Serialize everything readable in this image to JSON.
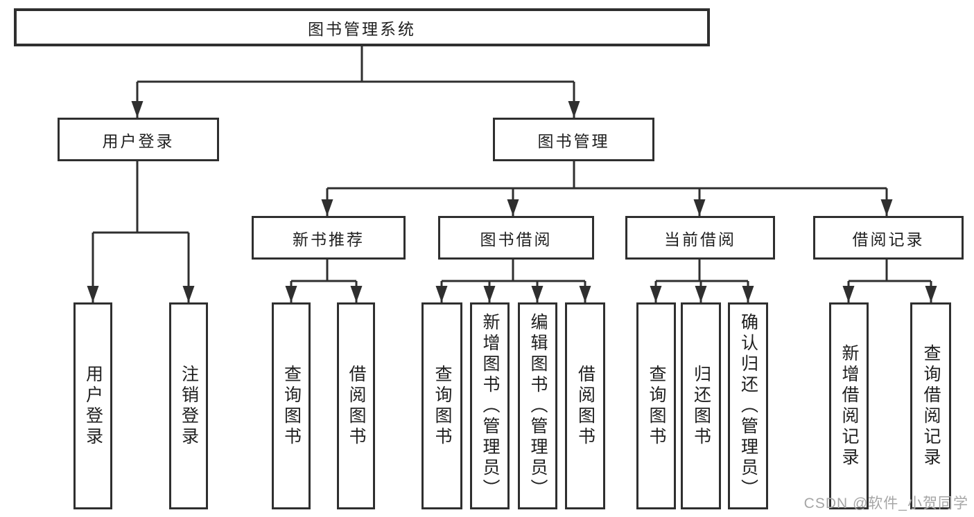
{
  "diagram": {
    "root": "图书管理系统",
    "level2": [
      {
        "label": "用户登录"
      },
      {
        "label": "图书管理"
      }
    ],
    "level3": [
      {
        "label": "新书推荐"
      },
      {
        "label": "图书借阅"
      },
      {
        "label": "当前借阅"
      },
      {
        "label": "借阅记录"
      }
    ],
    "leaves": {
      "user_login": [
        "用户登录",
        "注销登录"
      ],
      "new_book_rec": [
        "查询图书",
        "借阅图书"
      ],
      "book_borrow": [
        "查询图书",
        "新增图书（管理员）",
        "编辑图书（管理员）",
        "借阅图书"
      ],
      "current_borrow": [
        "查询图书",
        "归还图书",
        "确认归还（管理员）"
      ],
      "borrow_records": [
        "新增借阅记录",
        "查询借阅记录"
      ]
    }
  },
  "watermark": {
    "text": "CSDN @软件_小贺同学"
  },
  "colors": {
    "line": "#2f2f2f",
    "box_border": "#2f2f2f",
    "text": "#1f1f1f",
    "background": "#ffffff",
    "watermark": "#a6a6a6"
  }
}
